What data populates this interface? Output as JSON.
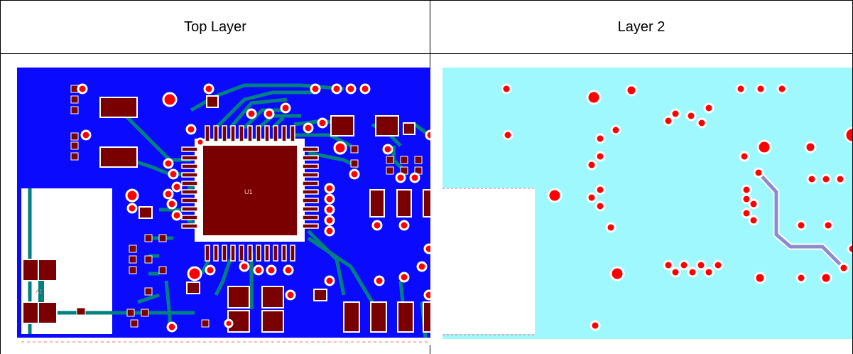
{
  "table": {
    "headers": [
      "Top Layer",
      "Layer 2"
    ]
  },
  "top_layer": {
    "designator_u1": "U1",
    "designator_a1": "A1",
    "colors": {
      "plane": "#0a0aff",
      "trace": "#008080",
      "pad": "#7a0000",
      "via": "#ff0000",
      "clearance": "#ffffff"
    }
  },
  "layer2": {
    "colors": {
      "plane": "#a0f8ff",
      "via": "#ff0000",
      "trace": "#8c8ccc",
      "clearance": "#ffffff"
    }
  }
}
